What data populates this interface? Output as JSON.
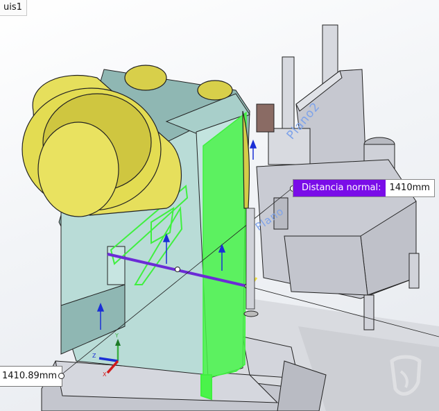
{
  "window": {
    "tab_label": "uis1"
  },
  "measure": {
    "normal_distance_label": "Distancia normal:",
    "normal_distance_value": "1410mm",
    "distance_value": "1410.89mm",
    "callout_color": "#7a0de8"
  },
  "scene": {
    "plane_labels": [
      "Plano2",
      "Plano"
    ],
    "triad_axes": [
      "X",
      "Y",
      "Z"
    ],
    "colors": {
      "yellow_part": "#e3dc52",
      "teal_body": "#b7dcd6",
      "green_highlight": "#3ff03f",
      "gray_machine": "#c8cad4",
      "measure_line": "#6b2bd6",
      "axis_blue": "#1a2fd6"
    }
  },
  "watermark": {
    "icon": "shield-leaf-logo"
  }
}
